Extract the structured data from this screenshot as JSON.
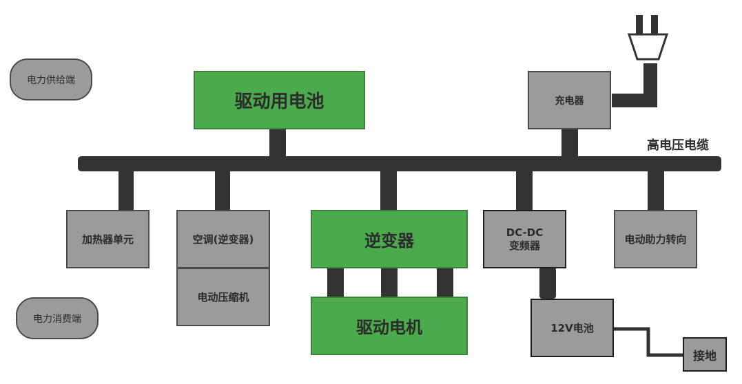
{
  "legend": {
    "supply_end": "电力供给端",
    "consumer_end": "电力消费端"
  },
  "cable_label": "高电压电缆",
  "boxes": {
    "drive_battery": "驱动用电池",
    "charger": "充电器",
    "heater": "加热器单元",
    "aircon": "空调(逆变器)",
    "compressor": "电动压缩机",
    "inverter": "逆变器",
    "drive_motor": "驱动电机",
    "dcdc_line1": "DC-DC",
    "dcdc_line2": "变频器",
    "eps": "电动助力转向",
    "battery_12v": "12V电池",
    "ground": "接地"
  },
  "colors": {
    "bus": "#333333",
    "box_gray": "#9b9b9b",
    "box_green": "#4aaa4c"
  },
  "icons": {
    "plug": "power-plug-icon"
  }
}
